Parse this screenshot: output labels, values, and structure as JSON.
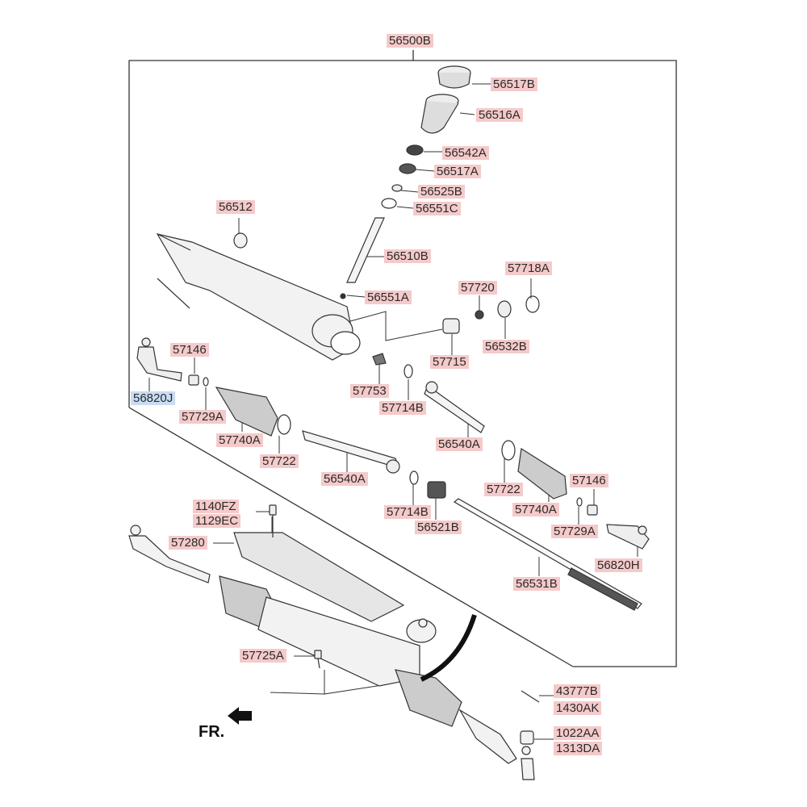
{
  "diagram": {
    "assembly_label": "56500B",
    "direction_label": "FR.",
    "part_labels": [
      "56517B",
      "56516A",
      "56542A",
      "56517A",
      "56525B",
      "56551C",
      "56512",
      "56510B",
      "56551A",
      "57718A",
      "57720",
      "57715",
      "56532B",
      "57146",
      "56820J",
      "57729A",
      "57740A",
      "57753",
      "57714B",
      "56540A",
      "57722",
      "56540A",
      "57722",
      "57740A",
      "57146",
      "57714B",
      "56521B",
      "57729A",
      "56820H",
      "56531B",
      "1140FZ",
      "1129EC",
      "57280",
      "57725A",
      "43777B",
      "1430AK",
      "1022AA",
      "1313DA"
    ],
    "colors": {
      "label_fill": "#f5caca",
      "selected_label_fill": "#c9dcf2",
      "line": "#333333"
    },
    "selected_part": "56820J"
  }
}
